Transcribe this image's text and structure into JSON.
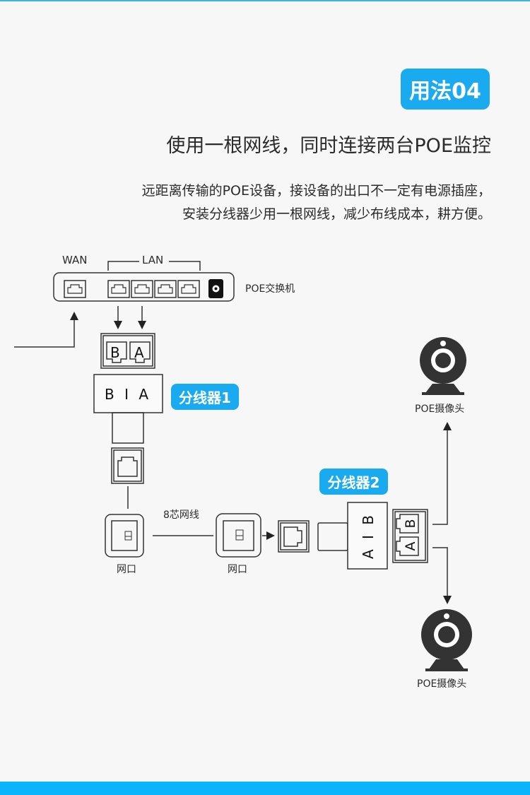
{
  "badge": "用法04",
  "title": "使用一根网线，同时连接两台POE监控",
  "description": [
    "远距离传输的POE设备，接设备的出口不一定有电源插座，",
    "安装分线器少用一根网线，减少布线成本，耕方便。"
  ],
  "switch": {
    "wan_label": "WAN",
    "lan_label": "LAN",
    "name": "POE交换机"
  },
  "splitter1": {
    "badge": "分线器1",
    "ports": [
      "B",
      "A"
    ],
    "body_text": "B I A"
  },
  "splitter2": {
    "badge": "分线器2",
    "ports": [
      "B",
      "A"
    ],
    "body_text": "A I B"
  },
  "cable_label": "8芯网线",
  "wall_port_label_1": "网口",
  "wall_port_label_2": "网口",
  "camera_label_1": "POE摄像头",
  "camera_label_2": "POE摄像头",
  "colors": {
    "accent": "#1aaaf0",
    "bar": "#0cb5fb",
    "line": "#333333"
  }
}
